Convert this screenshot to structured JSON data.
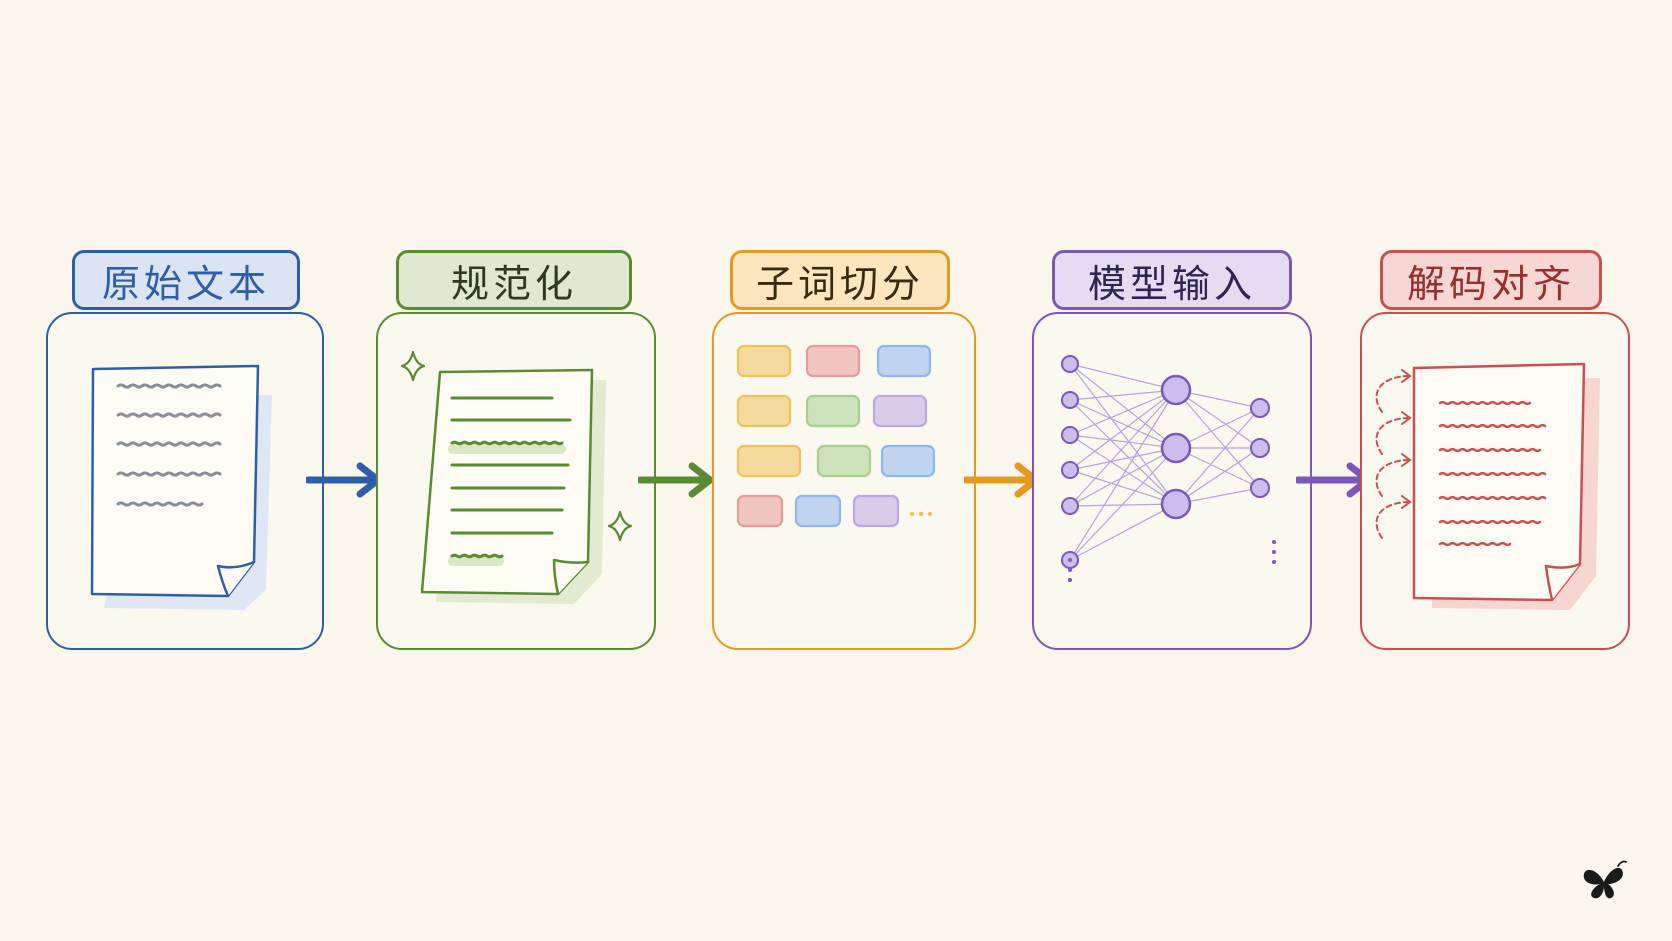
{
  "stages": [
    {
      "label": "原始文本",
      "color": "#2f5ea8",
      "tint": "#dbe4f2"
    },
    {
      "label": "规范化",
      "color": "#5a8a31",
      "tint": "#dfe9cf"
    },
    {
      "label": "子词切分",
      "color": "#e39a1f",
      "tint": "#fbe6bf"
    },
    {
      "label": "模型输入",
      "color": "#7b57b8",
      "tint": "#e6dcf2"
    },
    {
      "label": "解码对齐",
      "color": "#c9504f",
      "tint": "#f6d7d3"
    }
  ],
  "icons": {
    "raw": "document-icon",
    "normalize": "clean-document-icon",
    "tokens": "token-grid-icon",
    "model": "neural-network-icon",
    "decode": "aligned-document-icon",
    "logo": "butterfly-logo-icon"
  },
  "token_colors": {
    "yellow": "#f1c15a",
    "pink": "#e79b9b",
    "blue": "#8fb6ee",
    "green": "#a8cf90",
    "purple": "#bda5e6"
  },
  "token_grid": [
    [
      "yellow",
      "pink",
      "blue"
    ],
    [
      "yellow",
      "green",
      "purple"
    ],
    [
      "yellow",
      "green",
      "blue"
    ],
    [
      "pink",
      "blue",
      "purple",
      "ellipsis"
    ]
  ]
}
